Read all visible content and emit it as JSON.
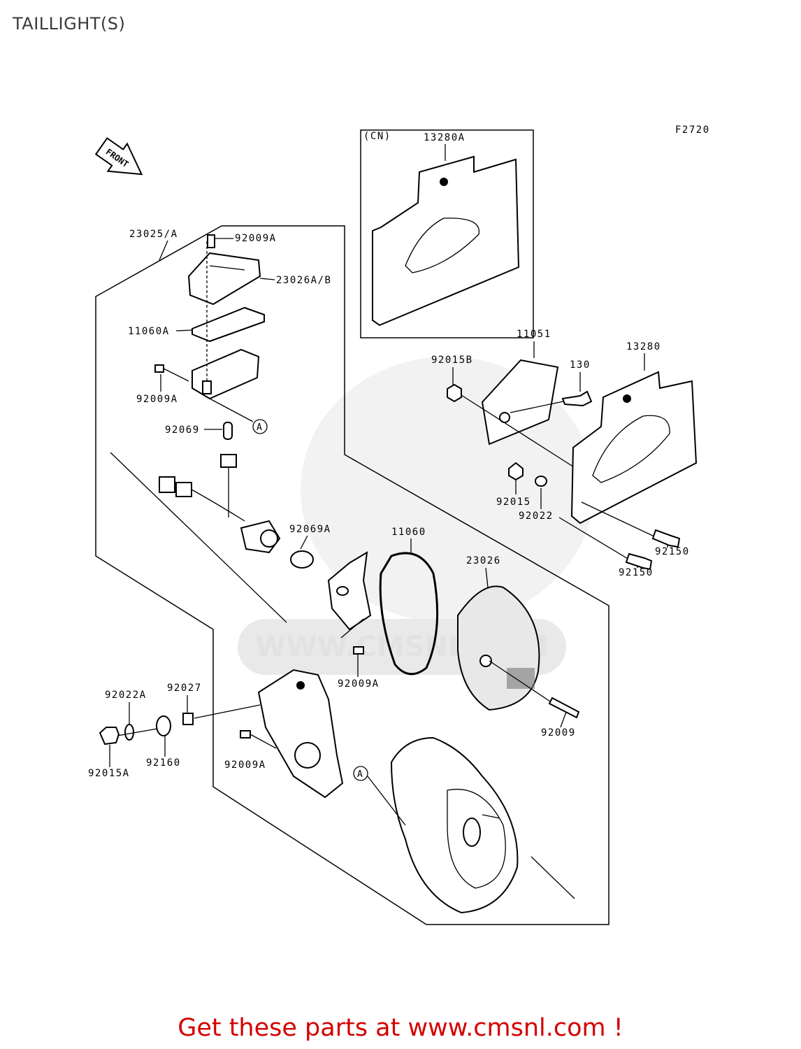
{
  "diagram": {
    "title": "TAILLIGHT(S)",
    "figure_code": "F2720",
    "front_label": "FRONT",
    "cn_label": "(CN)",
    "circle_marker": "A",
    "watermark": {
      "site": "WWW.CMSNL.COM"
    },
    "part_labels": {
      "p13280A": "13280A",
      "p23025": "23025/A",
      "p92009A_top": "92009A",
      "p23026AB": "23026A/B",
      "p11060A": "11060A",
      "p92009A_left": "92009A",
      "p92069": "92069",
      "p92069A": "92069A",
      "p11051": "11051",
      "p92015B": "92015B",
      "p130": "130",
      "p13280": "13280",
      "p92015": "92015",
      "p92022": "92022",
      "p92150_a": "92150",
      "p92150_b": "92150",
      "p11060": "11060",
      "p23026": "23026",
      "p92009A_mid": "92009A",
      "p92009": "92009",
      "p92022A": "92022A",
      "p92027": "92027",
      "p92160": "92160",
      "p92015A": "92015A",
      "p92009A_bot": "92009A"
    }
  },
  "footer": {
    "promo": "Get these parts at www.cmsnl.com !"
  }
}
